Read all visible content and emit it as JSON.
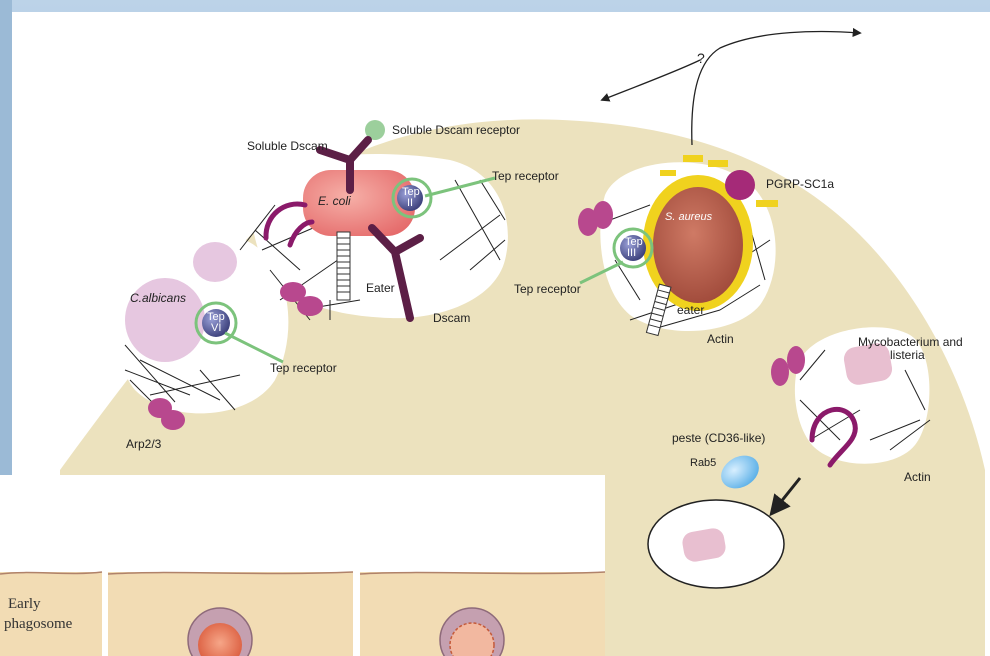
{
  "labels": {
    "soluble_dscam": "Soluble Dscam",
    "soluble_dscam_receptor": "Soluble Dscam receptor",
    "e_coli": "E. coli",
    "tep_ii": "Tep\nII",
    "tep_receptor_top": "Tep receptor",
    "eater_upper": "Eater",
    "dscam": "Dscam",
    "c_albicans": "C.albicans",
    "tep_vi": "Tep\nVI",
    "tep_receptor_left": "Tep receptor",
    "arp23": "Arp2/3",
    "question": "?",
    "pgrp": "PGRP-SC1a",
    "s_aureus": "S. aureus",
    "tep_iii": "Tep\nIII",
    "tep_receptor_mid": "Tep receptor",
    "eater_lower": "eater",
    "actin_mid": "Actin",
    "mycobacterium_line1": "Mycobacterium and",
    "mycobacterium_line2": "listeria",
    "peste": "peste (CD36-like)",
    "rab5": "Rab5",
    "actin_right": "Actin",
    "early_line1": "Early",
    "early_line2": "phagosome"
  },
  "colors": {
    "background_blue": "#a9c6e0",
    "cell": "#ece2be",
    "ecoli": "#ee8080",
    "saureus_body": "#b35a48",
    "saureus_ring": "#f0d21e",
    "dscam": "#5c1f46",
    "magenta": "#a52a78",
    "tep_ball": "#4a4f8f",
    "green": "#7cc37c",
    "rab5": "#7fc4ee",
    "candida": "#e6c7e0",
    "myco": "#e8bfd0",
    "inset": "#f2dcb4"
  },
  "icons": [
    "arrow-icon",
    "actin-filament-icon"
  ]
}
